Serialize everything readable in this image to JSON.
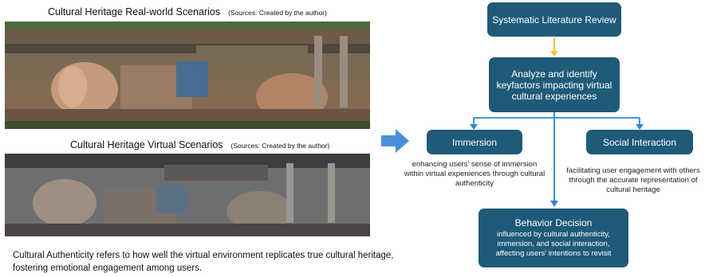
{
  "left": {
    "real_caption": "Cultural Heritage Real-world Scenarios",
    "real_source": "(Sources: Created by the author)",
    "virtual_caption": "Cultural Heritage Virtual Scenarios",
    "virtual_source": "(Sources: Created by the author)",
    "footnote_line1": "Cultural Authenticity refers to how well the virtual environment replicates true cultural heritage,",
    "footnote_line2": "fostering emotional engagement among users."
  },
  "flow": {
    "slr": "Systematic Literature Review",
    "analyze_lines": [
      "Analyze and identify",
      "keyfactors impacting virtual",
      "cultural experiences"
    ],
    "immersion": "Immersion",
    "immersion_desc": [
      "enhancing users' sense of immersion",
      "within virtual expeniences through cultural",
      "authenticity"
    ],
    "social": "Social Interaction",
    "social_desc": [
      "facilitating user engagement with others",
      "through the accurate representation of",
      "cultural heritage"
    ],
    "behavior": "Behavior Decision",
    "behavior_desc": [
      "influenced by cultural authenticity,",
      "immersion, and social interaction,",
      "affecting users' intentions to revisit"
    ]
  },
  "colors": {
    "node": "#1f5a78",
    "connector": "#2e86c9",
    "top_arrow": "#f2c33a",
    "big_arrow": "#4a90d9"
  },
  "icons": {
    "big_arrow": "right-arrow-icon"
  }
}
